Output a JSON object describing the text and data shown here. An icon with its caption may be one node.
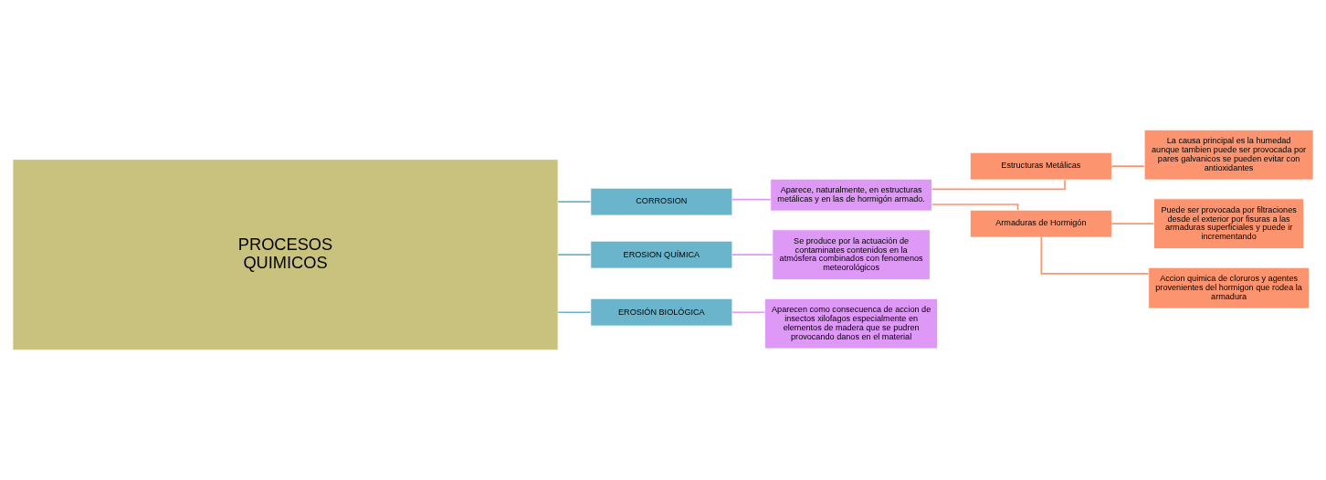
{
  "diagram": {
    "nodes": [
      {
        "text": [
          "PROCESOS QUIMICOS"
        ]
      },
      {
        "text": [
          "CORROSION"
        ]
      },
      {
        "text": [
          "EROSION QUÍMICA"
        ]
      },
      {
        "text": [
          "EROSIÓN BIOLÓGICA"
        ]
      },
      {
        "text": [
          "Aparece, naturalmente, en estructuras metálicas y en las de hormigón armado."
        ]
      },
      {
        "text": [
          "Se produce por la actuación de contaminates contenidos en la atmósfera combinados con fenomenos meteorológicos"
        ]
      },
      {
        "text": [
          "Aparecen como consecuenca de accion de insectos xilofagos especialmente en elementos de madera que se pudren provocando danos en el material"
        ]
      },
      {
        "text": [
          "Estructuras Metálicas"
        ]
      },
      {
        "text": [
          "Armaduras de Hormigón"
        ]
      },
      {
        "text": [
          "La causa principal es la humedad aunque tambien puede ser provocada por pares galvanicos se pueden evitar con antioxidantes"
        ]
      },
      {
        "text": [
          "Puede ser provocada por filtraciones desde el exterior por fisuras a las armaduras superficiales y puede ir incrementando"
        ]
      },
      {
        "text": [
          "Accion quimica de cloruros y agentes provenientes del hormigon que rodea la armadura"
        ]
      }
    ],
    "edges": [
      {
        "from": 0,
        "to": 1,
        "arrow": "none",
        "color": "#6ab4cc"
      },
      {
        "from": 0,
        "to": 2,
        "arrow": "none",
        "color": "#6ab4cc"
      },
      {
        "from": 0,
        "to": 3,
        "arrow": "none",
        "color": "#6ab4cc"
      },
      {
        "from": 1,
        "to": 4,
        "arrow": "none",
        "color": "#dd99f5"
      },
      {
        "from": 2,
        "to": 5,
        "arrow": "none",
        "color": "#dd99f5"
      },
      {
        "from": 3,
        "to": 6,
        "arrow": "none",
        "color": "#dd99f5"
      },
      {
        "from": 4,
        "to": 7,
        "arrow": "none",
        "color": "#fc9470"
      },
      {
        "from": 4,
        "to": 8,
        "arrow": "none",
        "color": "#fc9470"
      },
      {
        "from": 7,
        "to": 9,
        "arrow": "none",
        "color": "#fc9470"
      },
      {
        "from": 8,
        "to": 10,
        "arrow": "none",
        "color": "#fc9470"
      },
      {
        "from": 8,
        "to": 11,
        "arrow": "none",
        "color": "#fc9470"
      }
    ]
  }
}
